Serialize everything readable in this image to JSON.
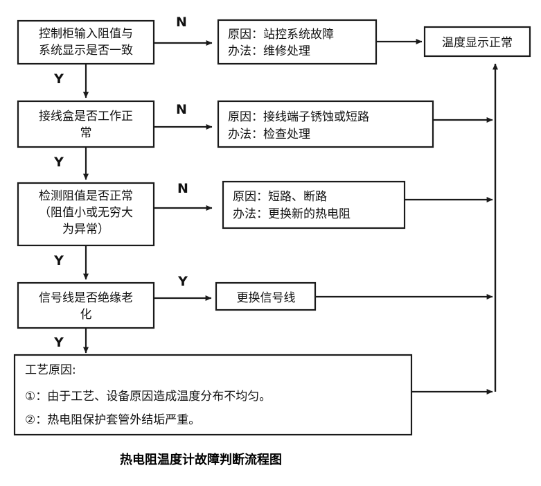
{
  "diagram": {
    "caption": "热电阻温度计故障判断流程图",
    "decision_nodes": [
      {
        "id": "d1",
        "line1": "控制柜输入阻值与",
        "line2": "系统显示是否一致"
      },
      {
        "id": "d2",
        "line1": "接线盒是否工作正",
        "line2": "常"
      },
      {
        "id": "d3",
        "line1": "检测阻值是否正常",
        "line2": "（阻值小或无穷大",
        "line3": "为异常）"
      },
      {
        "id": "d4",
        "line1": "信号线是否绝缘老",
        "line2": "化"
      }
    ],
    "action_nodes": [
      {
        "id": "a1",
        "line1": "原因：站控系统故障",
        "line2": "办法：维修处理"
      },
      {
        "id": "a2",
        "line1": "原因：接线端子锈蚀或短路",
        "line2": "办法：检查处理"
      },
      {
        "id": "a3",
        "line1": "原因：短路、断路",
        "line2": "办法：更换新的热电阻"
      },
      {
        "id": "a4",
        "line1": "更换信号线"
      }
    ],
    "terminal_node": {
      "id": "t1",
      "label": "温度显示正常"
    },
    "process_note": {
      "id": "p1",
      "title": "工艺原因:",
      "item1": "①：由于工艺、设备原因造成温度分布不均匀。",
      "item2": "②：热电阻保护套管外结垢严重。"
    },
    "branch_labels": {
      "n1": "N",
      "n2": "N",
      "n3": "N",
      "y_branch_4": "Y",
      "y1": "Y",
      "y2": "Y",
      "y3": "Y",
      "y4": "Y"
    },
    "colors": {
      "stroke": "#1a1a1a",
      "text": "#111111",
      "background": "#ffffff"
    }
  }
}
